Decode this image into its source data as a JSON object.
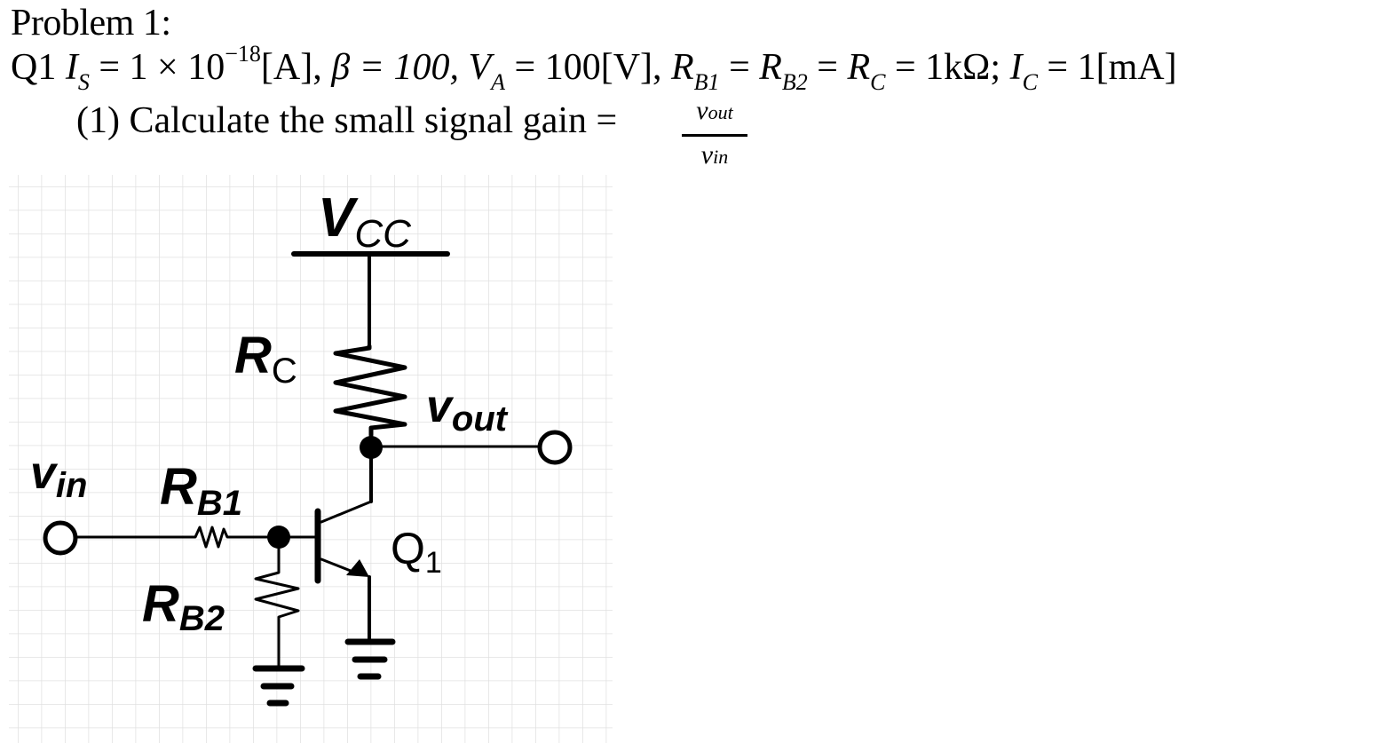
{
  "problem": {
    "title": "Problem 1:",
    "given": {
      "prefix": "Q1 ",
      "Is_symbol": "I",
      "Is_sub": "S",
      "Is_value": " = 1 × 10",
      "Is_exp": "−18",
      "Is_unit": "[A], ",
      "beta": "β = 100, ",
      "VA_symbol": "V",
      "VA_sub": "A",
      "VA_value": " = 100[V], ",
      "RB1_symbol": "R",
      "RB1_sub": "B1",
      "eq1": " = ",
      "RB2_symbol": "R",
      "RB2_sub": "B2",
      "eq2": " = ",
      "RC_symbol": "R",
      "RC_sub": "C",
      "RC_value": " = 1kΩ; ",
      "IC_symbol": "I",
      "IC_sub": "C",
      "IC_value": " = 1[mA]"
    },
    "task": {
      "text": "(1) Calculate the small signal gain =",
      "numerator": "v",
      "numerator_sub": "out",
      "denominator": "v",
      "denominator_sub": "in"
    }
  },
  "schematic": {
    "labels": {
      "vcc": "V",
      "vcc_sub": "CC",
      "rc": "R",
      "rc_sub": "C",
      "vout": "v",
      "vout_sub": "out",
      "vin": "v",
      "vin_sub": "in",
      "rb1": "R",
      "rb1_sub": "B1",
      "rb2": "R",
      "rb2_sub": "B2",
      "q1": "Q",
      "q1_sub": "1"
    },
    "components": [
      "Vcc supply rail",
      "Rc collector resistor",
      "Q1 NPN transistor",
      "RB1 series base resistor",
      "RB2 base-to-ground resistor",
      "ground (x2)",
      "vin input terminal",
      "vout output terminal"
    ],
    "colors": {
      "wire": "#000000",
      "grid": "#e0e0e0"
    }
  }
}
